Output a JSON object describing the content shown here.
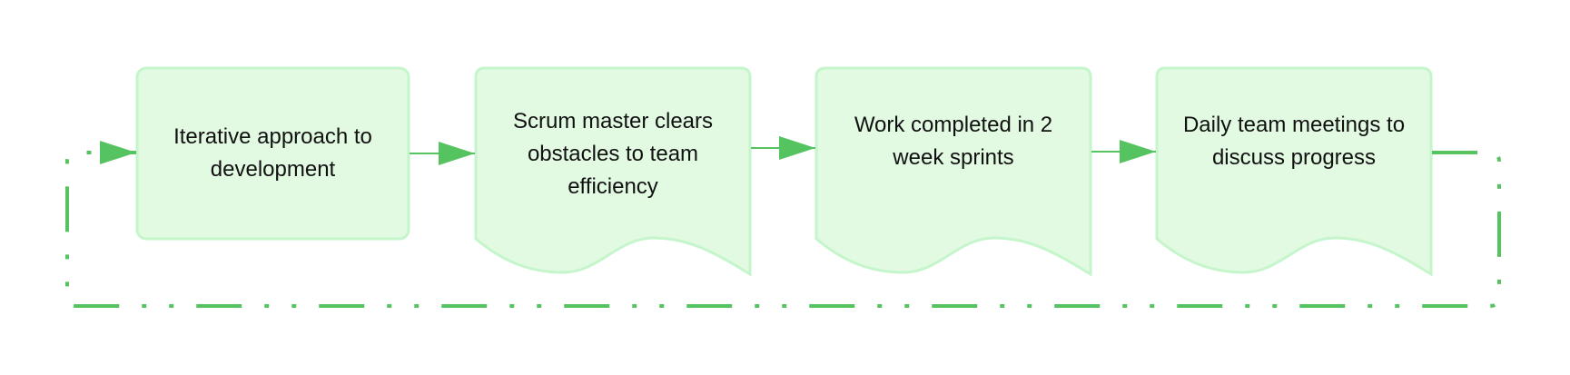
{
  "diagram": {
    "type": "flowchart",
    "colors": {
      "node_fill": "#e2f9e2",
      "node_border": "#c5f6cb",
      "edge": "#55c360",
      "text": "#111111",
      "background": "#ffffff"
    },
    "nodes": [
      {
        "id": "n1",
        "shape": "rounded-rectangle",
        "label": "Iterative approach to development"
      },
      {
        "id": "n2",
        "shape": "document",
        "label": "Scrum master clears obstacles to team efficiency"
      },
      {
        "id": "n3",
        "shape": "document",
        "label": "Work completed in 2 week sprints"
      },
      {
        "id": "n4",
        "shape": "document",
        "label": "Daily team meetings to discuss progress"
      }
    ],
    "edges": [
      {
        "from": "n1",
        "to": "n2",
        "style": "solid",
        "arrow": "end"
      },
      {
        "from": "n2",
        "to": "n3",
        "style": "solid",
        "arrow": "end"
      },
      {
        "from": "n3",
        "to": "n4",
        "style": "solid",
        "arrow": "end"
      },
      {
        "from": "n4",
        "to": "n1",
        "style": "dash-dot-dot",
        "arrow": "end",
        "routing": "loop-back-below"
      }
    ]
  }
}
